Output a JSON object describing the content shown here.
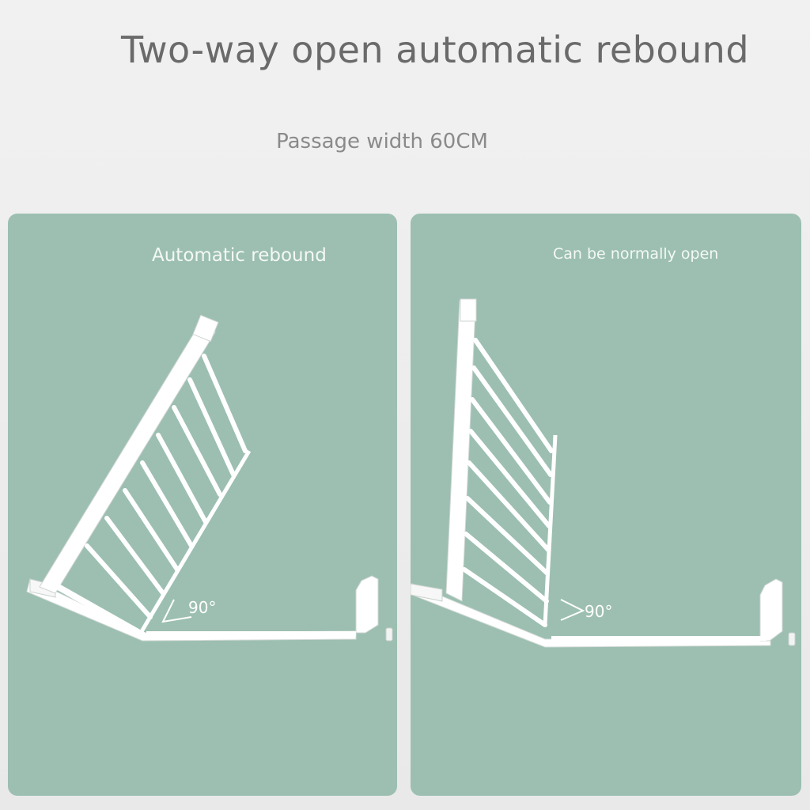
{
  "header": {
    "title": "Two-way open automatic rebound",
    "subtitle": "Passage width 60CM"
  },
  "panels": [
    {
      "label": "Automatic rebound",
      "angle": "90°",
      "state": "angled-open"
    },
    {
      "label": "Can be normally open",
      "angle": "90°",
      "state": "held-open"
    }
  ],
  "colors": {
    "background": "#eeeeee",
    "panel": "#9cbfb1",
    "gate": "#ffffff",
    "title_text": "#6a6a6a",
    "subtitle_text": "#8a8a8a"
  }
}
